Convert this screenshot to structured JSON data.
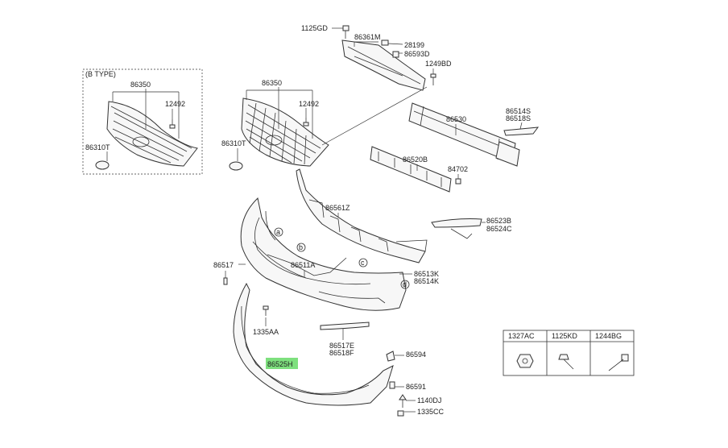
{
  "btype_label": "(B TYPE)",
  "parts": {
    "p1125GD": "1125GD",
    "p86361M": "86361M",
    "p28199": "28199",
    "p86593D": "86593D",
    "p1249BD": "1249BD",
    "p86350_b": "86350",
    "p12492_b": "12492",
    "p86310T_b": "86310T",
    "p86350": "86350",
    "p12492": "12492",
    "p86310T": "86310T",
    "p86530": "86530",
    "p86514S": "86514S",
    "p86518S": "86518S",
    "p86520B": "86520B",
    "p84702": "84702",
    "p86561Z": "86561Z",
    "p86523B": "86523B",
    "p86524C": "86524C",
    "p86517": "86517",
    "p86511A": "86511A",
    "p86513K": "86513K",
    "p86514K": "86514K",
    "p1335AA": "1335AA",
    "p86517E": "86517E",
    "p86518F": "86518F",
    "p86525H": "86525H",
    "p86594": "86594",
    "p86591": "86591",
    "p1140DJ": "1140DJ",
    "p1335CC": "1335CC"
  },
  "callouts": {
    "a": "a",
    "b": "b",
    "c": "c",
    "d": "d"
  },
  "fastener_table": {
    "headers": [
      "1327AC",
      "1125KD",
      "1244BG"
    ]
  },
  "highlight_color": "#7ee07e"
}
